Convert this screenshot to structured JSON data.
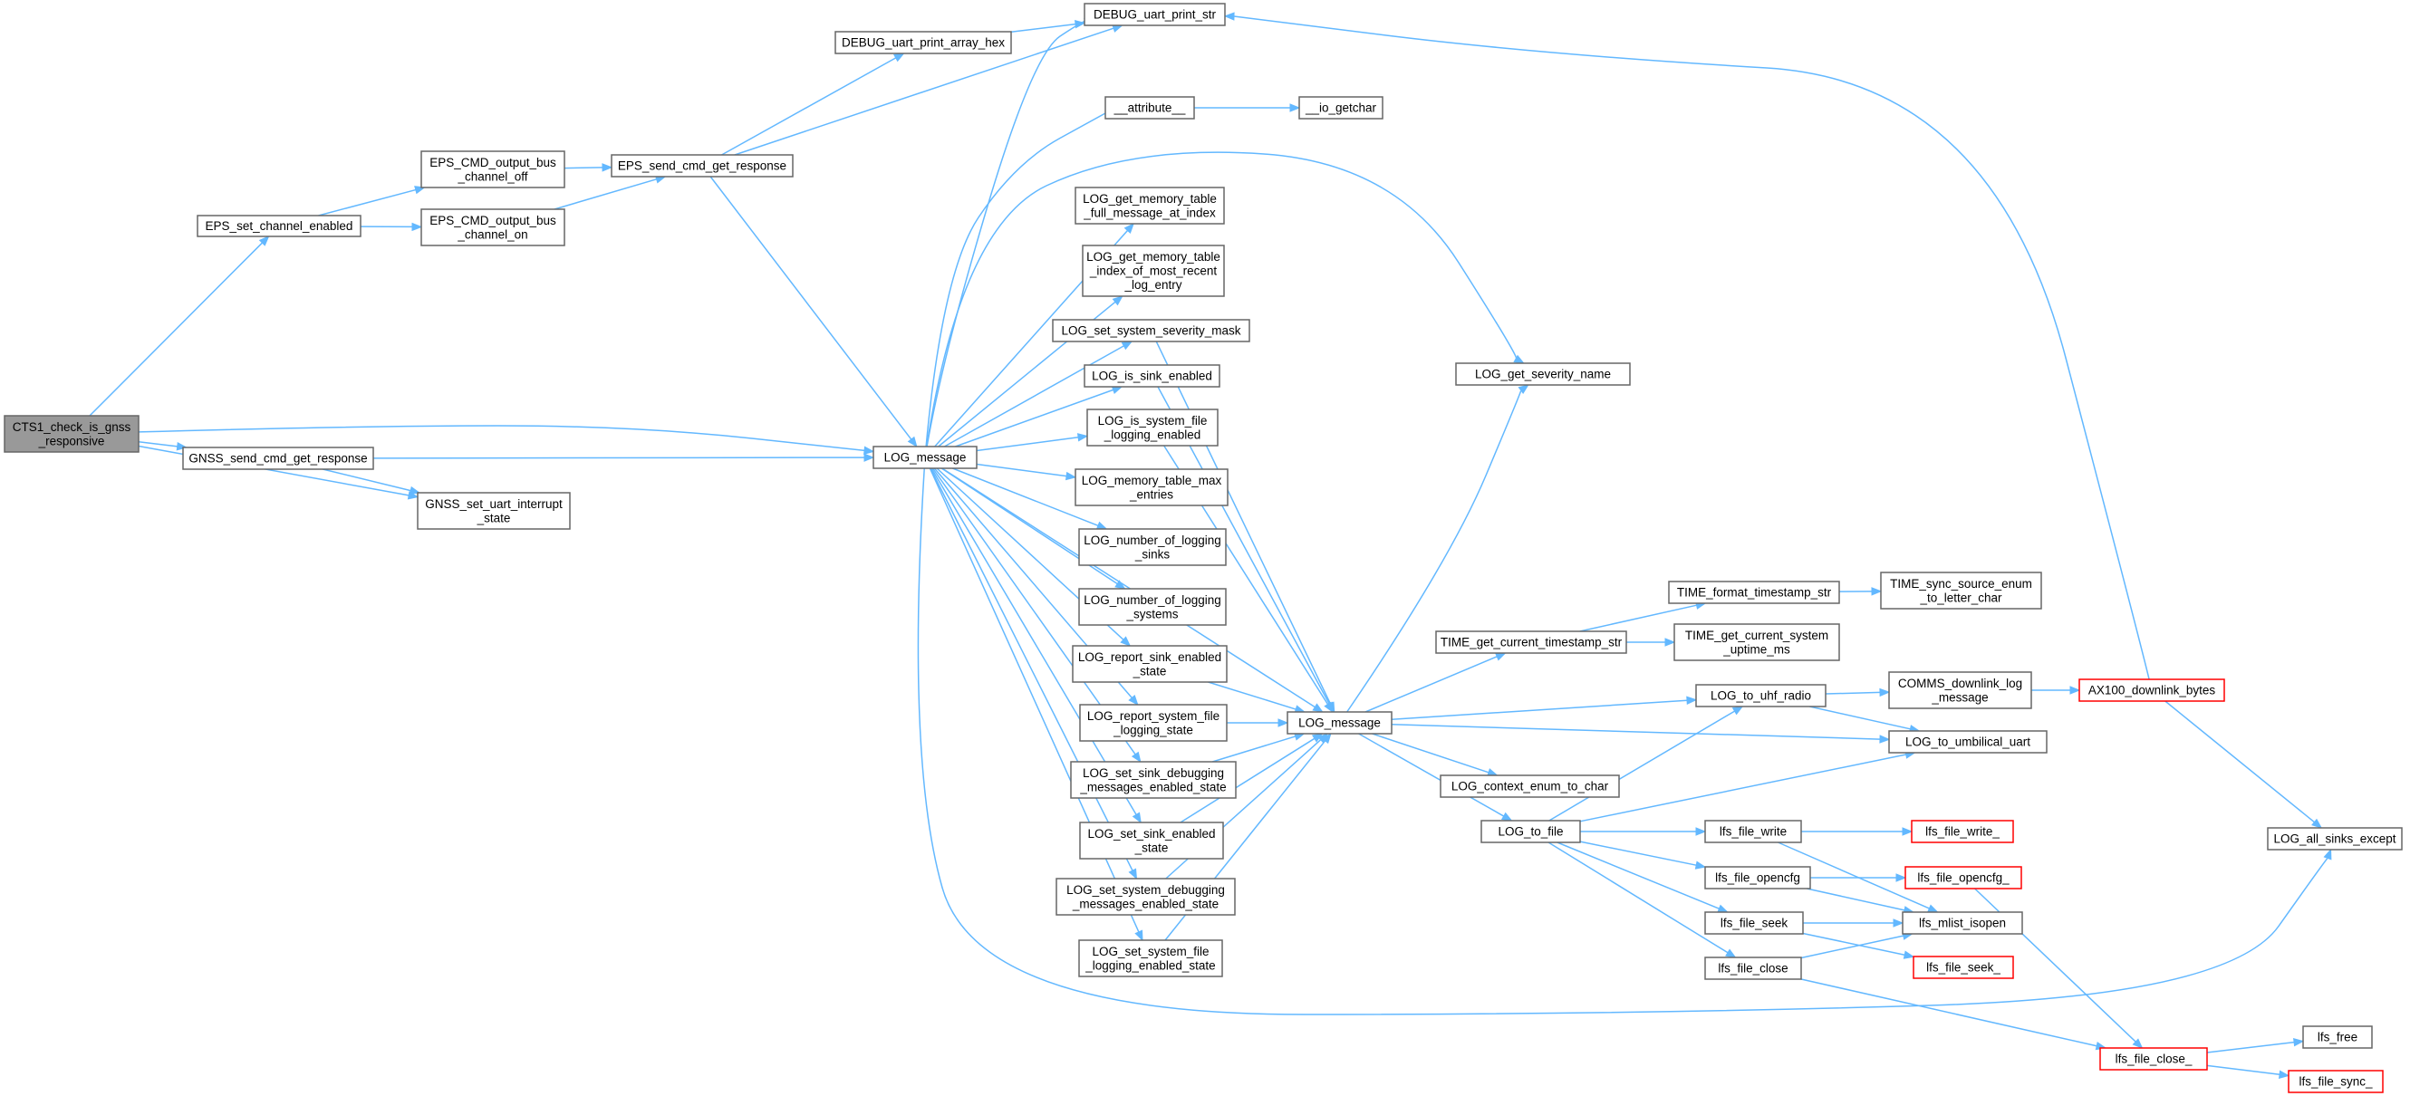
{
  "graph": {
    "nodes": [
      {
        "id": "cts1",
        "lines": [
          "CTS1_check_is_gnss",
          "_responsive"
        ],
        "style": "root"
      },
      {
        "id": "eps_set",
        "lines": [
          "EPS_set_channel_enabled"
        ]
      },
      {
        "id": "eps_off",
        "lines": [
          "EPS_CMD_output_bus",
          "_channel_off"
        ]
      },
      {
        "id": "eps_on",
        "lines": [
          "EPS_CMD_output_bus",
          "_channel_on"
        ]
      },
      {
        "id": "eps_send",
        "lines": [
          "EPS_send_cmd_get_response"
        ]
      },
      {
        "id": "dbg_hex",
        "lines": [
          "DEBUG_uart_print_array_hex"
        ]
      },
      {
        "id": "dbg_str",
        "lines": [
          "DEBUG_uart_print_str"
        ]
      },
      {
        "id": "gnss_send",
        "lines": [
          "GNSS_send_cmd_get_response"
        ]
      },
      {
        "id": "gnss_uart",
        "lines": [
          "GNSS_set_uart_interrupt",
          "_state"
        ]
      },
      {
        "id": "logm1",
        "lines": [
          "LOG_message"
        ]
      },
      {
        "id": "attr",
        "lines": [
          "__attribute__"
        ]
      },
      {
        "id": "getchar",
        "lines": [
          "__io_getchar"
        ]
      },
      {
        "id": "memfull",
        "lines": [
          "LOG_get_memory_table",
          "_full_message_at_index"
        ]
      },
      {
        "id": "memidx",
        "lines": [
          "LOG_get_memory_table",
          "_index_of_most_recent",
          "_log_entry"
        ]
      },
      {
        "id": "sevmask",
        "lines": [
          "LOG_set_system_severity_mask"
        ]
      },
      {
        "id": "sinken",
        "lines": [
          "LOG_is_sink_enabled"
        ]
      },
      {
        "id": "sysfile",
        "lines": [
          "LOG_is_system_file",
          "_logging_enabled"
        ]
      },
      {
        "id": "memmax",
        "lines": [
          "LOG_memory_table_max",
          "_entries"
        ]
      },
      {
        "id": "numsinks",
        "lines": [
          "LOG_number_of_logging",
          "_sinks"
        ]
      },
      {
        "id": "numsys",
        "lines": [
          "LOG_number_of_logging",
          "_systems"
        ]
      },
      {
        "id": "repsink",
        "lines": [
          "LOG_report_sink_enabled",
          "_state"
        ]
      },
      {
        "id": "repsys",
        "lines": [
          "LOG_report_system_file",
          "_logging_state"
        ]
      },
      {
        "id": "setsinkdbg",
        "lines": [
          "LOG_set_sink_debugging",
          "_messages_enabled_state"
        ]
      },
      {
        "id": "setsink",
        "lines": [
          "LOG_set_sink_enabled",
          "_state"
        ]
      },
      {
        "id": "setsysdbg",
        "lines": [
          "LOG_set_system_debugging",
          "_messages_enabled_state"
        ]
      },
      {
        "id": "setsysfile",
        "lines": [
          "LOG_set_system_file",
          "_logging_enabled_state"
        ]
      },
      {
        "id": "logm2",
        "lines": [
          "LOG_message"
        ]
      },
      {
        "id": "sevname",
        "lines": [
          "LOG_get_severity_name"
        ]
      },
      {
        "id": "tsstr",
        "lines": [
          "TIME_get_current_timestamp_str"
        ]
      },
      {
        "id": "fmtts",
        "lines": [
          "TIME_format_timestamp_str"
        ]
      },
      {
        "id": "syncsrc",
        "lines": [
          "TIME_sync_source_enum",
          "_to_letter_char"
        ]
      },
      {
        "id": "uptime",
        "lines": [
          "TIME_get_current_system",
          "_uptime_ms"
        ]
      },
      {
        "id": "uhf",
        "lines": [
          "LOG_to_uhf_radio"
        ]
      },
      {
        "id": "commsdl",
        "lines": [
          "COMMS_downlink_log",
          "_message"
        ]
      },
      {
        "id": "ax100",
        "lines": [
          "AX100_downlink_bytes"
        ],
        "style": "trunc"
      },
      {
        "id": "umb",
        "lines": [
          "LOG_to_umbilical_uart"
        ]
      },
      {
        "id": "ctxchar",
        "lines": [
          "LOG_context_enum_to_char"
        ]
      },
      {
        "id": "tofile",
        "lines": [
          "LOG_to_file"
        ]
      },
      {
        "id": "fwrite",
        "lines": [
          "lfs_file_write"
        ]
      },
      {
        "id": "fwrite_",
        "lines": [
          "lfs_file_write_"
        ],
        "style": "trunc"
      },
      {
        "id": "fopencfg",
        "lines": [
          "lfs_file_opencfg"
        ]
      },
      {
        "id": "fopencfg_",
        "lines": [
          "lfs_file_opencfg_"
        ],
        "style": "trunc"
      },
      {
        "id": "fseek",
        "lines": [
          "lfs_file_seek"
        ]
      },
      {
        "id": "mlist",
        "lines": [
          "lfs_mlist_isopen"
        ]
      },
      {
        "id": "fseek_",
        "lines": [
          "lfs_file_seek_"
        ],
        "style": "trunc"
      },
      {
        "id": "fclose",
        "lines": [
          "lfs_file_close"
        ]
      },
      {
        "id": "fclose_",
        "lines": [
          "lfs_file_close_"
        ],
        "style": "trunc"
      },
      {
        "id": "lfree",
        "lines": [
          "lfs_free"
        ]
      },
      {
        "id": "fsync_",
        "lines": [
          "lfs_file_sync_"
        ],
        "style": "trunc"
      },
      {
        "id": "allsinks",
        "lines": [
          "LOG_all_sinks_except"
        ]
      }
    ],
    "edges": [
      [
        "cts1",
        "eps_set"
      ],
      [
        "cts1",
        "gnss_send"
      ],
      [
        "cts1",
        "gnss_uart"
      ],
      [
        "cts1",
        "logm1"
      ],
      [
        "eps_set",
        "eps_off"
      ],
      [
        "eps_set",
        "eps_on"
      ],
      [
        "eps_off",
        "eps_send"
      ],
      [
        "eps_on",
        "eps_send"
      ],
      [
        "eps_send",
        "dbg_hex"
      ],
      [
        "eps_send",
        "dbg_str"
      ],
      [
        "eps_send",
        "logm1"
      ],
      [
        "dbg_hex",
        "dbg_str"
      ],
      [
        "gnss_send",
        "gnss_uart"
      ],
      [
        "gnss_send",
        "logm1"
      ],
      [
        "logm1",
        "dbg_str"
      ],
      [
        "logm1",
        "attr"
      ],
      [
        "logm1",
        "memfull"
      ],
      [
        "logm1",
        "memidx"
      ],
      [
        "logm1",
        "sevmask"
      ],
      [
        "logm1",
        "sinken"
      ],
      [
        "logm1",
        "sysfile"
      ],
      [
        "logm1",
        "memmax"
      ],
      [
        "logm1",
        "numsinks"
      ],
      [
        "logm1",
        "numsys"
      ],
      [
        "logm1",
        "repsink"
      ],
      [
        "logm1",
        "repsys"
      ],
      [
        "logm1",
        "setsinkdbg"
      ],
      [
        "logm1",
        "setsink"
      ],
      [
        "logm1",
        "setsysdbg"
      ],
      [
        "logm1",
        "setsysfile"
      ],
      [
        "logm1",
        "logm2"
      ],
      [
        "logm1",
        "sevname"
      ],
      [
        "logm1",
        "allsinks"
      ],
      [
        "attr",
        "getchar"
      ],
      [
        "sevmask",
        "logm2"
      ],
      [
        "sinken",
        "logm2"
      ],
      [
        "sysfile",
        "logm2"
      ],
      [
        "repsink",
        "logm2"
      ],
      [
        "repsys",
        "logm2"
      ],
      [
        "setsinkdbg",
        "logm2"
      ],
      [
        "setsink",
        "logm2"
      ],
      [
        "setsysdbg",
        "logm2"
      ],
      [
        "setsysfile",
        "logm2"
      ],
      [
        "logm2",
        "sevname"
      ],
      [
        "logm2",
        "tsstr"
      ],
      [
        "logm2",
        "uhf"
      ],
      [
        "logm2",
        "umb"
      ],
      [
        "logm2",
        "ctxchar"
      ],
      [
        "logm2",
        "tofile"
      ],
      [
        "tsstr",
        "fmtts"
      ],
      [
        "tsstr",
        "uptime"
      ],
      [
        "fmtts",
        "syncsrc"
      ],
      [
        "uhf",
        "commsdl"
      ],
      [
        "uhf",
        "umb"
      ],
      [
        "commsdl",
        "ax100"
      ],
      [
        "ax100",
        "dbg_str"
      ],
      [
        "ax100",
        "allsinks"
      ],
      [
        "tofile",
        "uhf"
      ],
      [
        "tofile",
        "umb"
      ],
      [
        "tofile",
        "fwrite"
      ],
      [
        "tofile",
        "fopencfg"
      ],
      [
        "tofile",
        "fseek"
      ],
      [
        "tofile",
        "fclose"
      ],
      [
        "fwrite",
        "fwrite_"
      ],
      [
        "fwrite",
        "mlist"
      ],
      [
        "fopencfg",
        "fopencfg_"
      ],
      [
        "fopencfg",
        "mlist"
      ],
      [
        "fseek",
        "mlist"
      ],
      [
        "fseek",
        "fseek_"
      ],
      [
        "fclose",
        "mlist"
      ],
      [
        "fclose",
        "fclose_"
      ],
      [
        "fopencfg_",
        "fclose_"
      ],
      [
        "fclose_",
        "lfree"
      ],
      [
        "fclose_",
        "fsync_"
      ]
    ]
  }
}
